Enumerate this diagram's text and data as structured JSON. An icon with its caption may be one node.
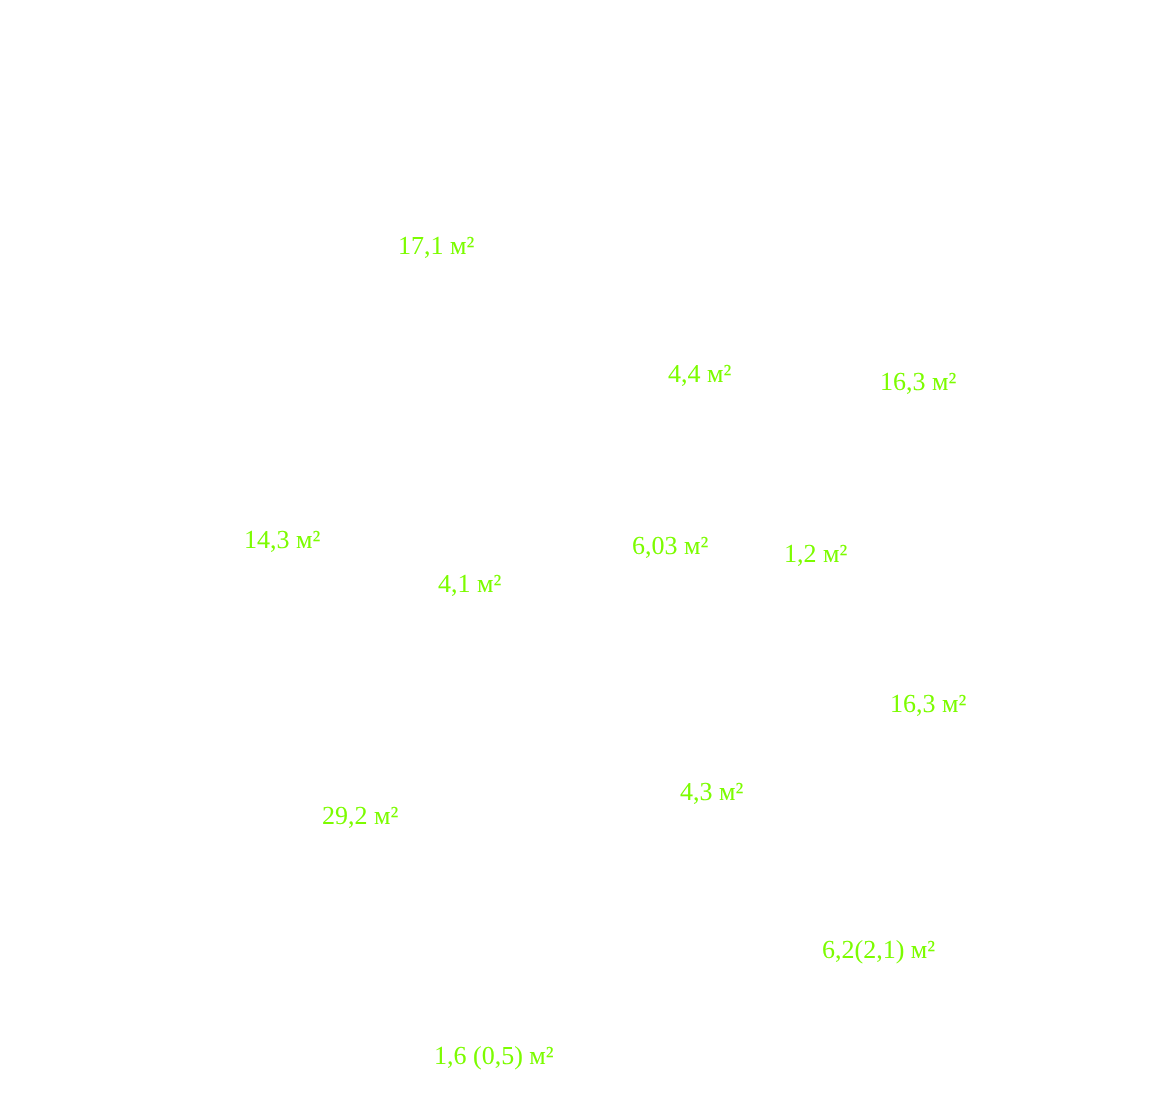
{
  "diagram": {
    "labels": [
      "17,1 м²",
      "4,4 м²",
      "16,3 м²",
      "14,3 м²",
      "6,03 м²",
      "1,2 м²",
      "4,1 м²",
      "16,3 м²",
      "4,3 м²",
      "29,2 м²",
      "6,2(2,1) м²",
      "1,6 (0,5) м²"
    ]
  }
}
